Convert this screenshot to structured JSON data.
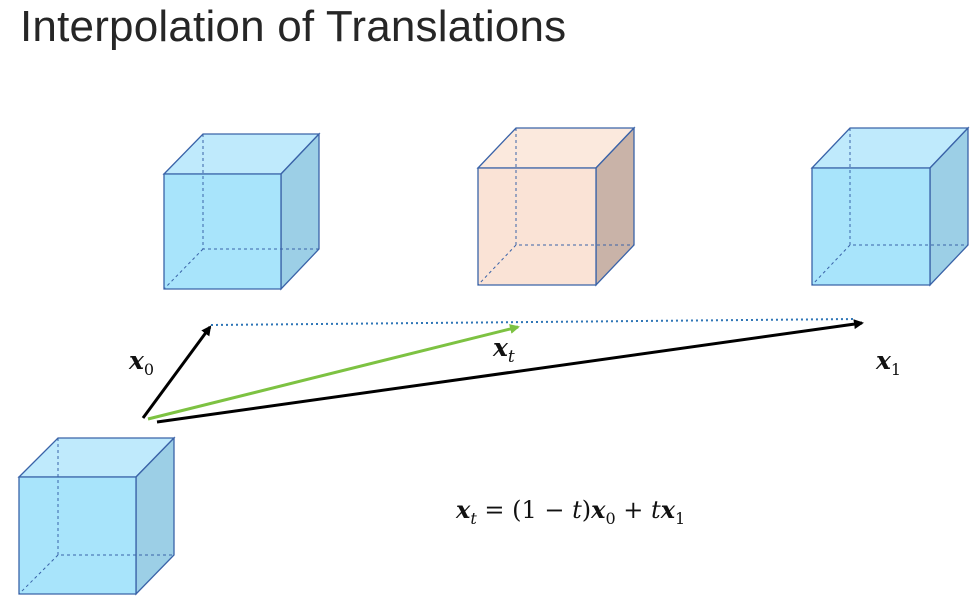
{
  "slide": {
    "title": "Interpolation of Translations"
  },
  "labels": {
    "x0": {
      "base": "x",
      "sub": "0"
    },
    "xt": {
      "base": "x",
      "sub": "t"
    },
    "x1": {
      "base": "x",
      "sub": "1"
    }
  },
  "equation": {
    "lhs_base": "x",
    "lhs_sub": "t",
    "eq": " = (1 − ",
    "t1": "t",
    "close": ")",
    "x0_base": "x",
    "x0_sub": "0",
    "plus": " + ",
    "t2": "t",
    "x1_base": "x",
    "x1_sub": "1"
  },
  "colors": {
    "cube_blue_front": "#a8e4fb",
    "cube_blue_side": "#9ccfe6",
    "cube_blue_top": "#bfeafc",
    "cube_peach_front": "#fae3d6",
    "cube_peach_side": "#c9b3a8",
    "cube_peach_top": "#fbe9dd",
    "cube_edge": "#3a63a8",
    "arrow_black": "#000000",
    "arrow_green": "#7dc242",
    "dotted_blue": "#2e75b6"
  }
}
